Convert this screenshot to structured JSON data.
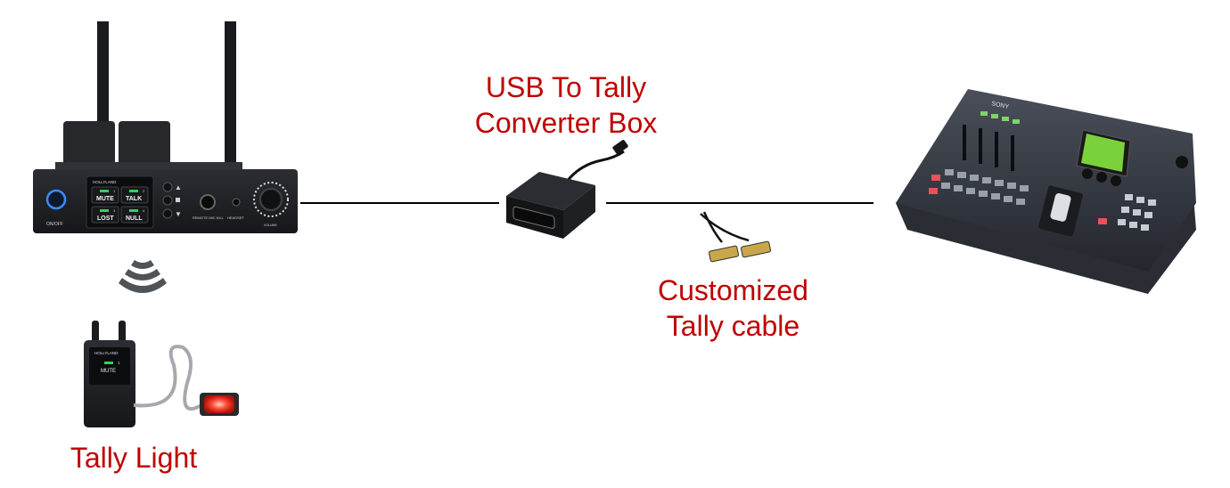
{
  "colors": {
    "label": "#C00000",
    "connector": "#000000",
    "device_dark": "#1c1e22",
    "tally_glow": "#ff3a2e"
  },
  "labels": {
    "converter_line1": "USB To Tally",
    "converter_line2": "Converter Box",
    "cable_line1": "Customized",
    "cable_line2": "Tally cable",
    "tally_light": "Tally Light"
  },
  "base_station": {
    "brand": "HOLLYLAND",
    "keys": [
      {
        "label": "MUTE",
        "channel": "1"
      },
      {
        "label": "TALK",
        "channel": "2"
      },
      {
        "label": "LOST",
        "channel": "3"
      },
      {
        "label": "NULL",
        "channel": "4"
      }
    ],
    "power_label": "ON/OFF",
    "remote_mic_label": "REMOTE MIC KILL",
    "headset_label": "HEADSET",
    "volume_label": "VOLUME"
  },
  "beltpack": {
    "brand": "HOLLYLAND",
    "status": "MUTE",
    "channel": "1"
  },
  "switcher": {
    "brand": "SONY"
  },
  "icons": {
    "wireless": "wireless-signal-icon"
  }
}
